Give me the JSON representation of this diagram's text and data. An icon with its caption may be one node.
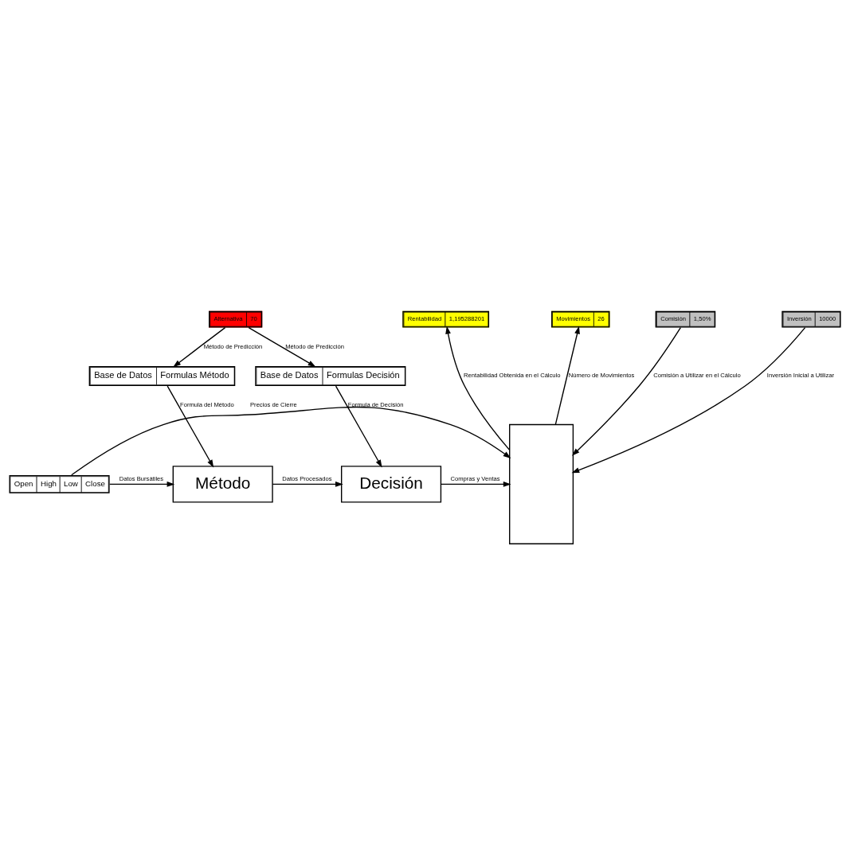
{
  "diagram": {
    "nodes": [
      {
        "text": [
          "Comisión",
          "1,50%"
        ]
      },
      {
        "text": [
          "Inversión",
          "10000"
        ]
      },
      {
        "text": [
          "Rentabilidad",
          "1,195288201"
        ]
      },
      {
        "text": [
          "Movimientos",
          "26"
        ]
      },
      {
        "text": [
          "Alternativa",
          "70"
        ]
      },
      {
        "text": [
          "Base de Datos",
          "Formulas Método"
        ]
      },
      {
        "text": [
          "Base de Datos",
          "Formulas Decisión"
        ]
      },
      {
        "text": [
          "Método"
        ]
      },
      {
        "text": [
          "Decisión"
        ]
      },
      {
        "text": [
          "Open",
          "High",
          "Low",
          "Close"
        ]
      },
      {
        "text": [],
        "shape": "box"
      }
    ],
    "edges": [
      {
        "from": 0,
        "to": 10,
        "arrow": "to",
        "label": "Comisión a Utilizar en el Cálculo"
      },
      {
        "from": 1,
        "to": 10,
        "arrow": "to",
        "label": "Inversión Inicial a Utilizar"
      },
      {
        "from": 10,
        "to": 2,
        "arrow": "to",
        "label": "Rentabilidad Obtenida en el Cálculo"
      },
      {
        "from": 10,
        "to": 3,
        "arrow": "to",
        "label": "Número de Movimientos"
      },
      {
        "from": 4,
        "to": 5,
        "arrow": "to",
        "label": "Método de Predicción"
      },
      {
        "from": 4,
        "to": 6,
        "arrow": "to",
        "label": "Método de Predicción"
      },
      {
        "from": 5,
        "to": 7,
        "arrow": "to",
        "label": "Formula del Método"
      },
      {
        "from": 6,
        "to": 8,
        "arrow": "to",
        "label": "Formula de Decisión"
      },
      {
        "from": 9,
        "to": 7,
        "arrow": "to",
        "label": "Datos Bursátiles"
      },
      {
        "from": 7,
        "to": 8,
        "arrow": "to",
        "label": "Datos Procesados"
      },
      {
        "from": 8,
        "to": 10,
        "arrow": "to",
        "label": "Compras y Ventas"
      },
      {
        "from": 9,
        "to": 10,
        "arrow": "to",
        "label": "Precios de Cierre"
      }
    ]
  }
}
